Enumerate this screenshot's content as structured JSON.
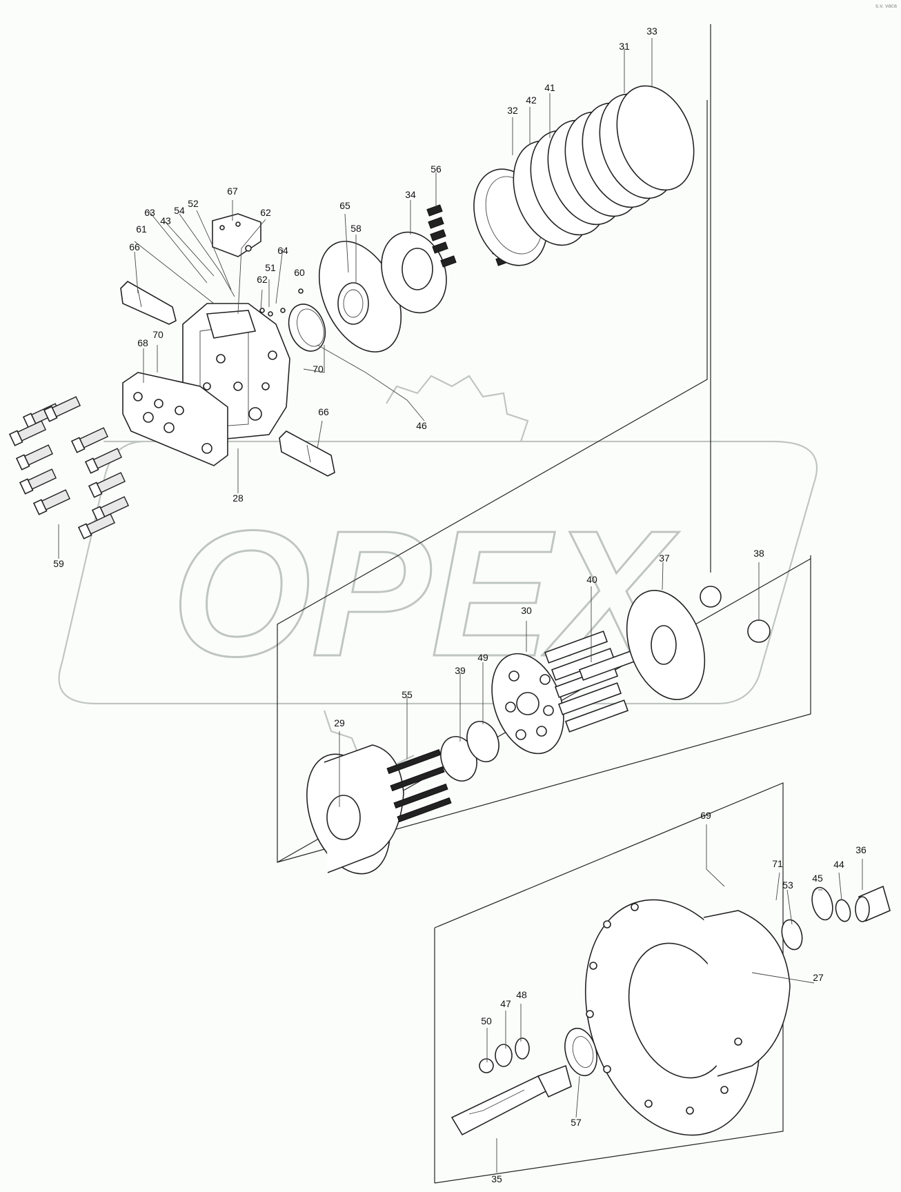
{
  "watermark": {
    "text": "OPEX"
  },
  "corner_mark": "s.v. vaca",
  "labels": [
    {
      "id": "33",
      "text": "33"
    },
    {
      "id": "31",
      "text": "31"
    },
    {
      "id": "41",
      "text": "41"
    },
    {
      "id": "42",
      "text": "42"
    },
    {
      "id": "32",
      "text": "32"
    },
    {
      "id": "56",
      "text": "56"
    },
    {
      "id": "34",
      "text": "34"
    },
    {
      "id": "65",
      "text": "65"
    },
    {
      "id": "58",
      "text": "58"
    },
    {
      "id": "67",
      "text": "67"
    },
    {
      "id": "62a",
      "text": "62"
    },
    {
      "id": "52",
      "text": "52"
    },
    {
      "id": "54",
      "text": "54"
    },
    {
      "id": "63",
      "text": "63"
    },
    {
      "id": "43",
      "text": "43"
    },
    {
      "id": "61",
      "text": "61"
    },
    {
      "id": "66a",
      "text": "66"
    },
    {
      "id": "64",
      "text": "64"
    },
    {
      "id": "51",
      "text": "51"
    },
    {
      "id": "62b",
      "text": "62"
    },
    {
      "id": "60",
      "text": "60"
    },
    {
      "id": "68",
      "text": "68"
    },
    {
      "id": "70a",
      "text": "70"
    },
    {
      "id": "70b",
      "text": "70"
    },
    {
      "id": "46",
      "text": "46"
    },
    {
      "id": "66b",
      "text": "66"
    },
    {
      "id": "28",
      "text": "28"
    },
    {
      "id": "59",
      "text": "59"
    },
    {
      "id": "37",
      "text": "37"
    },
    {
      "id": "38",
      "text": "38"
    },
    {
      "id": "40",
      "text": "40"
    },
    {
      "id": "30",
      "text": "30"
    },
    {
      "id": "39",
      "text": "39"
    },
    {
      "id": "49",
      "text": "49"
    },
    {
      "id": "55",
      "text": "55"
    },
    {
      "id": "29",
      "text": "29"
    },
    {
      "id": "69",
      "text": "69"
    },
    {
      "id": "71",
      "text": "71"
    },
    {
      "id": "36",
      "text": "36"
    },
    {
      "id": "53",
      "text": "53"
    },
    {
      "id": "45",
      "text": "45"
    },
    {
      "id": "44",
      "text": "44"
    },
    {
      "id": "27",
      "text": "27"
    },
    {
      "id": "50",
      "text": "50"
    },
    {
      "id": "47",
      "text": "47"
    },
    {
      "id": "48",
      "text": "48"
    },
    {
      "id": "57",
      "text": "57"
    },
    {
      "id": "35",
      "text": "35"
    }
  ]
}
